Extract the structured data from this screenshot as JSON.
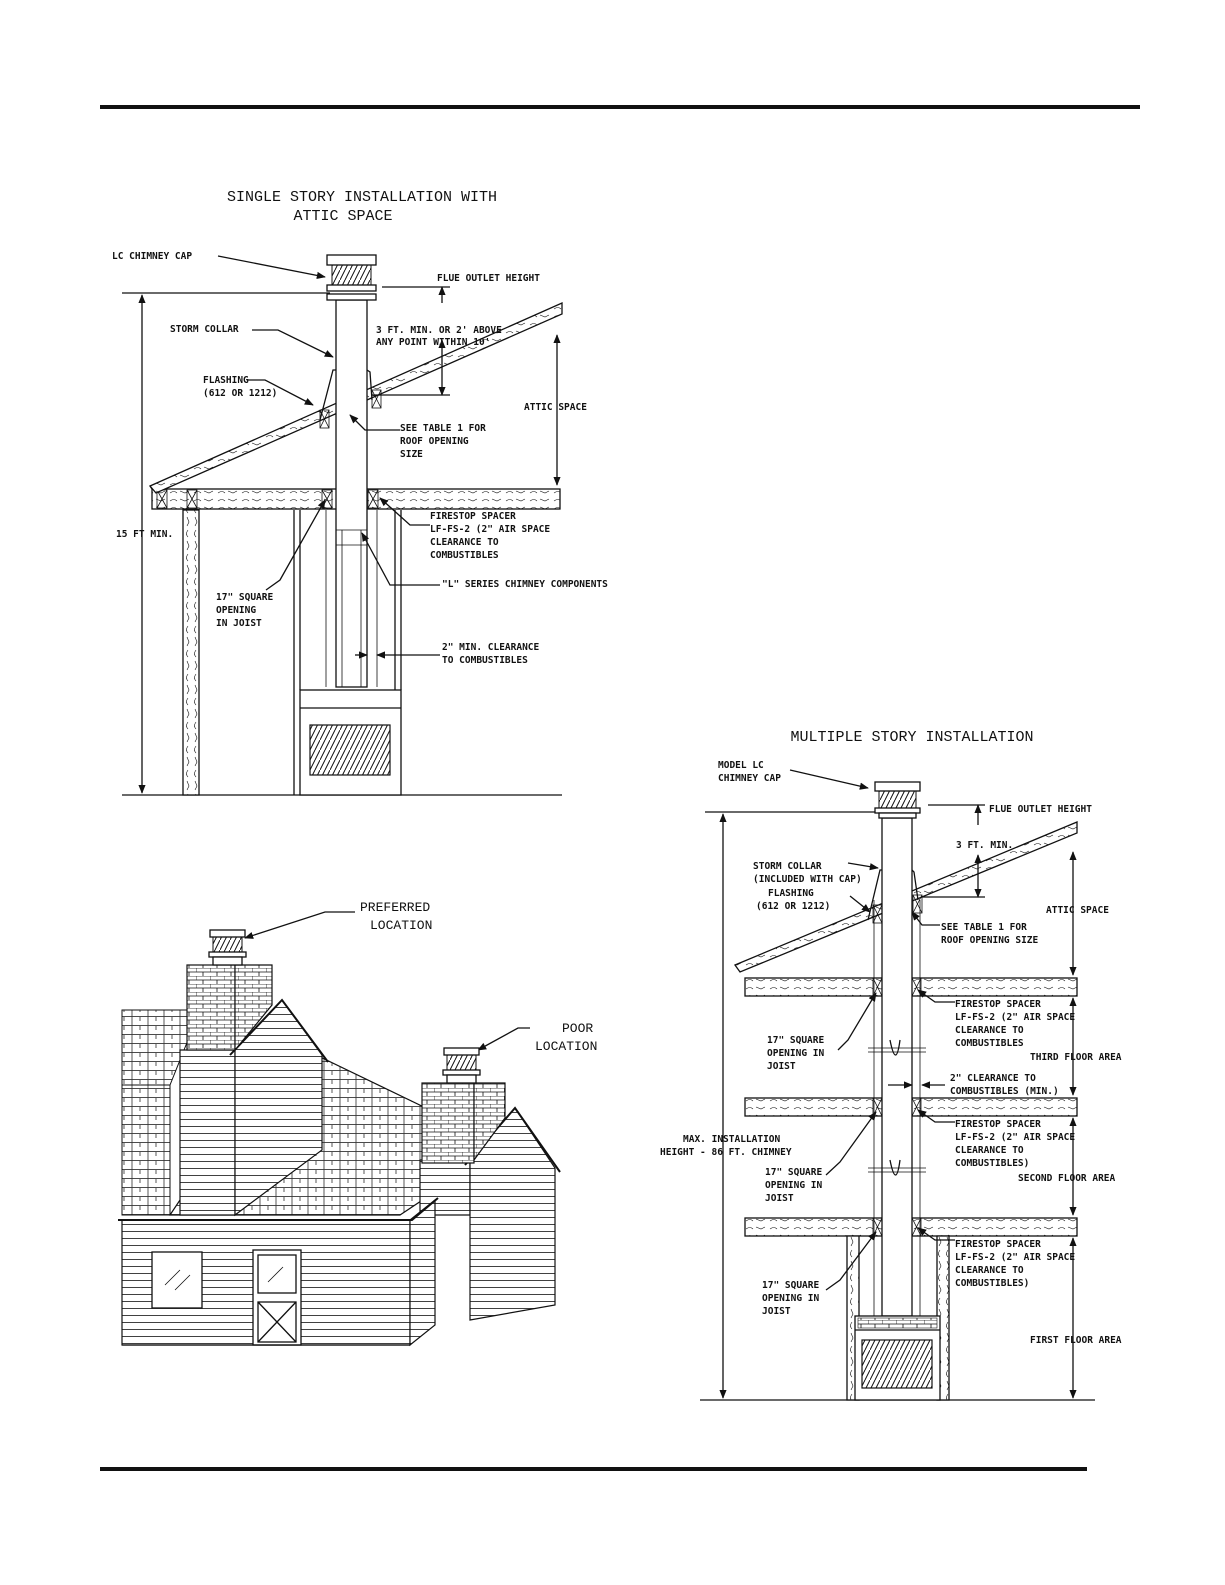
{
  "single_story": {
    "title_line1": "SINGLE STORY INSTALLATION WITH",
    "title_line2": "ATTIC SPACE",
    "labels": {
      "cap": "LC CHIMNEY CAP",
      "flue_outlet": "FLUE OUTLET HEIGHT",
      "storm_collar": "STORM COLLAR",
      "min_height_1": "3 FT. MIN. OR 2' ABOVE",
      "min_height_2": "ANY POINT WITHIN 10'",
      "flashing_1": "FLASHING",
      "flashing_2": "(612 OR 1212)",
      "attic_space": "ATTIC SPACE",
      "table_1": "SEE TABLE 1 FOR",
      "table_2": "ROOF OPENING",
      "table_3": "SIZE",
      "min_15ft": "15 FT MIN.",
      "firestop_1": "FIRESTOP SPACER",
      "firestop_2": "LF-FS-2 (2\" AIR SPACE",
      "firestop_3": "CLEARANCE TO",
      "firestop_4": "COMBUSTIBLES",
      "components": "\"L\" SERIES CHIMNEY COMPONENTS",
      "square_1": "17\" SQUARE",
      "square_2": "OPENING",
      "square_3": "IN JOIST",
      "clearance_1": "2\" MIN. CLEARANCE",
      "clearance_2": "TO COMBUSTIBLES"
    }
  },
  "house": {
    "preferred_1": "PREFERRED",
    "preferred_2": "LOCATION",
    "poor_1": "POOR",
    "poor_2": "LOCATION"
  },
  "multi_story": {
    "title": "MULTIPLE STORY INSTALLATION",
    "labels": {
      "cap_1": "MODEL LC",
      "cap_2": "CHIMNEY CAP",
      "flue_outlet": "FLUE OUTLET HEIGHT",
      "min_3ft": "3 FT. MIN.",
      "storm_collar_1": "STORM COLLAR",
      "storm_collar_2": "(INCLUDED WITH CAP)",
      "flashing_1": "FLASHING",
      "flashing_2": "(612 OR 1212)",
      "attic_space": "ATTIC SPACE",
      "table_1": "SEE TABLE 1 FOR",
      "table_2": "ROOF OPENING SIZE",
      "firestop_1": "FIRESTOP SPACER",
      "firestop_2": "LF-FS-2 (2\" AIR SPACE",
      "firestop_3": "CLEARANCE TO",
      "firestop_4": "COMBUSTIBLES",
      "firestop_4b": "COMBUSTIBLES)",
      "square_1": "17\" SQUARE",
      "square_2": "OPENING IN",
      "square_3": "JOIST",
      "third_floor": "THIRD FLOOR AREA",
      "clear_1": "2\" CLEARANCE TO",
      "clear_2": "COMBUSTIBLES (MIN.)",
      "max_1": "MAX. INSTALLATION",
      "max_2": "HEIGHT - 86 FT. CHIMNEY",
      "second_floor": "SECOND FLOOR AREA",
      "first_floor": "FIRST FLOOR AREA"
    }
  }
}
